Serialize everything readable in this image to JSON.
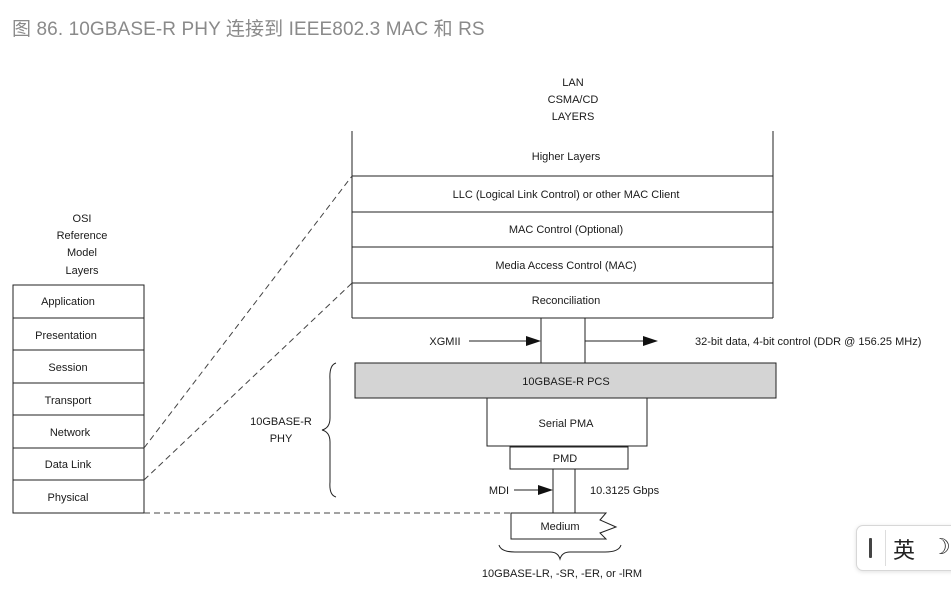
{
  "caption": "图 86. 10GBASE-R PHY 连接到 IEEE802.3 MAC 和 RS",
  "lan_header": [
    "LAN",
    "CSMA/CD",
    "LAYERS"
  ],
  "lan_layers": [
    "Higher Layers",
    "LLC (Logical Link Control) or other MAC Client",
    "MAC Control (Optional)",
    "Media Access Control (MAC)",
    "Reconciliation"
  ],
  "osi_header": [
    "OSI",
    "Reference",
    "Model",
    "Layers"
  ],
  "osi_layers": [
    "Application",
    "Presentation",
    "Session",
    "Transport",
    "Network",
    "Data Link",
    "Physical"
  ],
  "xgmii_label": "XGMII",
  "xgmii_desc": "32-bit data, 4-bit control (DDR @ 156.25 MHz)",
  "phy_label": [
    "10GBASE-R",
    "PHY"
  ],
  "pcs_label": "10GBASE-R PCS",
  "pma_label": "Serial PMA",
  "pmd_label": "PMD",
  "mdi_label": "MDI",
  "mdi_rate": "10.3125 Gbps",
  "medium_label": "Medium",
  "medium_types": "10GBASE-LR, -SR, -ER, or -lRM",
  "ime": {
    "mode": "英",
    "icon": "moon-icon"
  },
  "colors": {
    "pcs_fill": "#d4d4d4",
    "caption": "#8a8a8a"
  }
}
